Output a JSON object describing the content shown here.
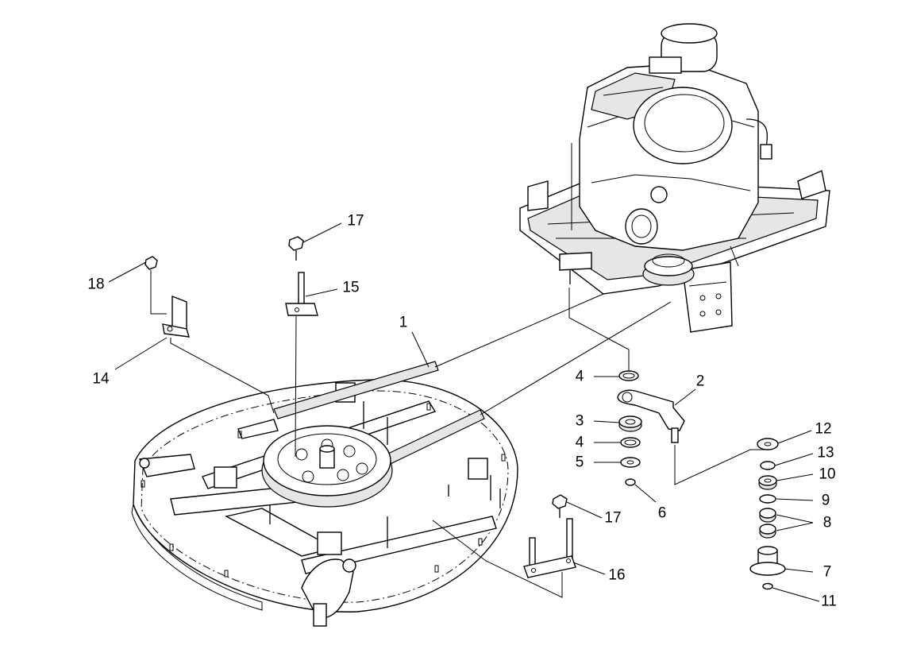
{
  "callouts": [
    {
      "id": "1",
      "label": "1"
    },
    {
      "id": "2",
      "label": "2"
    },
    {
      "id": "3",
      "label": "3"
    },
    {
      "id": "4a",
      "label": "4"
    },
    {
      "id": "4b",
      "label": "4"
    },
    {
      "id": "5",
      "label": "5"
    },
    {
      "id": "6",
      "label": "6"
    },
    {
      "id": "7",
      "label": "7"
    },
    {
      "id": "8",
      "label": "8"
    },
    {
      "id": "9",
      "label": "9"
    },
    {
      "id": "10",
      "label": "10"
    },
    {
      "id": "11",
      "label": "11"
    },
    {
      "id": "12",
      "label": "12"
    },
    {
      "id": "13",
      "label": "13"
    },
    {
      "id": "14",
      "label": "14"
    },
    {
      "id": "15",
      "label": "15"
    },
    {
      "id": "16",
      "label": "16"
    },
    {
      "id": "17a",
      "label": "17"
    },
    {
      "id": "17b",
      "label": "17"
    },
    {
      "id": "18",
      "label": "18"
    }
  ]
}
